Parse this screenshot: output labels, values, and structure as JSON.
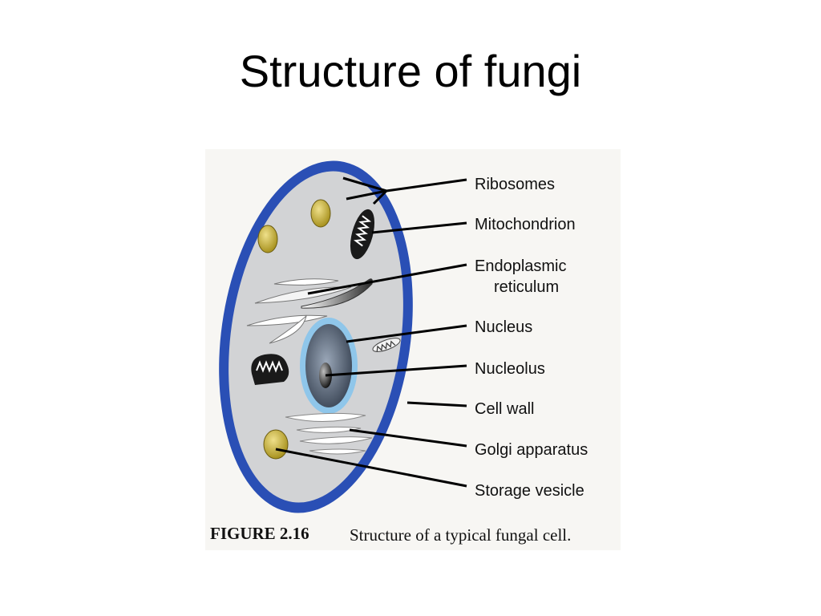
{
  "slide": {
    "title": "Structure of fungi"
  },
  "figure": {
    "labels": {
      "ribosomes": "Ribosomes",
      "mitochondrion": "Mitochondrion",
      "er_line1": "Endoplasmic",
      "er_line2": "reticulum",
      "nucleus": "Nucleus",
      "nucleolus": "Nucleolus",
      "cell_wall": "Cell wall",
      "golgi": "Golgi apparatus",
      "storage_vesicle": "Storage vesicle"
    },
    "caption": {
      "number": "FIGURE 2.16",
      "text": "Structure of a typical fungal cell."
    },
    "colors": {
      "cell_wall": "#2a4fb5",
      "cytoplasm": "#d2d3d5",
      "nucleus_envelope": "#8fc6ea",
      "vesicle": "#c9b23a"
    }
  }
}
